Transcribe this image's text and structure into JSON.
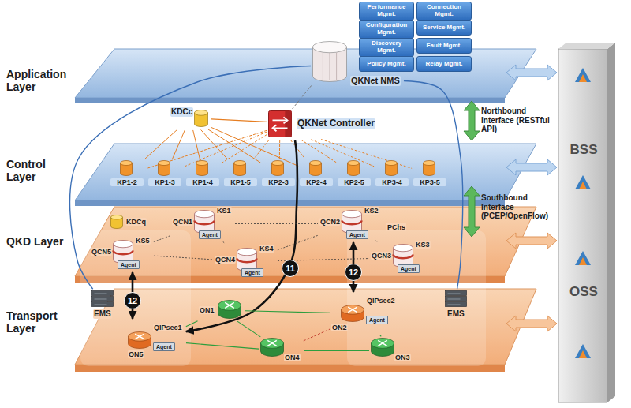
{
  "diagram": {
    "nodes": [
      {
        "text": [
          "Performance Mgmt."
        ]
      },
      {
        "text": [
          "Connection Mgmt."
        ]
      },
      {
        "text": [
          "Configuration Mgmt."
        ]
      },
      {
        "text": [
          "Service Mgmt."
        ]
      },
      {
        "text": [
          "Discovery Mgmt."
        ]
      },
      {
        "text": [
          "Fault Mgmt."
        ]
      },
      {
        "text": [
          "Policy Mgmt."
        ]
      },
      {
        "text": [
          "Relay Mgmt."
        ]
      },
      {
        "text": [
          "QKNet NMS"
        ]
      },
      {
        "text": [
          "QKNet Controller"
        ]
      },
      {
        "text": [
          "KDCc"
        ]
      },
      {
        "text": [
          "KP1-2"
        ]
      },
      {
        "text": [
          "KP1-3"
        ]
      },
      {
        "text": [
          "KP1-4"
        ]
      },
      {
        "text": [
          "KP1-5"
        ]
      },
      {
        "text": [
          "KP2-3"
        ]
      },
      {
        "text": [
          "KP2-4"
        ]
      },
      {
        "text": [
          "KP2-5"
        ]
      },
      {
        "text": [
          "KP3-4"
        ]
      },
      {
        "text": [
          "KP3-5"
        ]
      },
      {
        "text": [
          "KDCq"
        ]
      },
      {
        "text": [
          "QCN5",
          "KS5"
        ]
      },
      {
        "text": [
          "Agent"
        ],
        "in": 21
      },
      {
        "text": [
          "QCN1",
          "KS1"
        ]
      },
      {
        "text": [
          "Agent"
        ],
        "in": 23
      },
      {
        "text": [
          "QCN2",
          "KS2"
        ]
      },
      {
        "text": [
          "Agent"
        ],
        "in": 25
      },
      {
        "text": [
          "QCN4",
          "KS4"
        ]
      },
      {
        "text": [
          "Agent"
        ],
        "in": 27
      },
      {
        "text": [
          "QCN3",
          "KS3"
        ]
      },
      {
        "text": [
          "Agent"
        ],
        "in": 29
      },
      {
        "text": [
          "11"
        ]
      },
      {
        "text": [
          "12"
        ]
      },
      {
        "text": [
          "12"
        ]
      },
      {
        "text": [
          "EMS"
        ]
      },
      {
        "text": [
          "EMS"
        ]
      },
      {
        "text": [
          "ON1"
        ]
      },
      {
        "text": [
          "QIPsec2",
          "ON2"
        ]
      },
      {
        "text": [
          "Agent"
        ],
        "in": 37
      },
      {
        "text": [
          "QIPsec1",
          "ON5"
        ]
      },
      {
        "text": [
          "Agent"
        ],
        "in": 39
      },
      {
        "text": [
          "ON4"
        ]
      },
      {
        "text": [
          "ON3"
        ]
      },
      {
        "text": [
          "BSS",
          "OSS"
        ]
      }
    ],
    "edges": [
      {
        "from": 8,
        "to": 9,
        "arrow": "none"
      },
      {
        "from": 8,
        "to": 34,
        "arrow": "none"
      },
      {
        "from": 8,
        "to": 35,
        "arrow": "none"
      },
      {
        "from": 9,
        "to": 10,
        "arrow": "none"
      },
      {
        "from": 9,
        "to": 11,
        "arrow": "none"
      },
      {
        "from": 9,
        "to": 12,
        "arrow": "none"
      },
      {
        "from": 9,
        "to": 13,
        "arrow": "none"
      },
      {
        "from": 9,
        "to": 14,
        "arrow": "none"
      },
      {
        "from": 9,
        "to": 15,
        "arrow": "none"
      },
      {
        "from": 9,
        "to": 16,
        "arrow": "none"
      },
      {
        "from": 9,
        "to": 17,
        "arrow": "none"
      },
      {
        "from": 9,
        "to": 18,
        "arrow": "none"
      },
      {
        "from": 9,
        "to": 19,
        "arrow": "none"
      },
      {
        "from": 10,
        "to": 11,
        "arrow": "none"
      },
      {
        "from": 10,
        "to": 12,
        "arrow": "none"
      },
      {
        "from": 10,
        "to": 13,
        "arrow": "none"
      },
      {
        "from": 10,
        "to": 14,
        "arrow": "none"
      },
      {
        "from": 10,
        "to": 15,
        "arrow": "none"
      },
      {
        "from": 10,
        "to": 16,
        "arrow": "none"
      },
      {
        "from": 9,
        "to": 39,
        "arrow": "to"
      },
      {
        "from": 21,
        "to": 39,
        "arrow": "both"
      },
      {
        "from": 25,
        "to": 37,
        "arrow": "both"
      },
      {
        "from": 21,
        "to": 23,
        "arrow": "none"
      },
      {
        "from": 21,
        "to": 27,
        "arrow": "none"
      },
      {
        "from": 23,
        "to": 27,
        "arrow": "none"
      },
      {
        "from": 23,
        "to": 25,
        "arrow": "none"
      },
      {
        "from": 27,
        "to": 25,
        "arrow": "none"
      },
      {
        "from": 25,
        "to": 29,
        "arrow": "none"
      },
      {
        "from": 27,
        "to": 29,
        "arrow": "none"
      },
      {
        "from": 39,
        "to": 36,
        "arrow": "none"
      },
      {
        "from": 39,
        "to": 41,
        "arrow": "none"
      },
      {
        "from": 36,
        "to": 41,
        "arrow": "none"
      },
      {
        "from": 36,
        "to": 37,
        "arrow": "none"
      },
      {
        "from": 41,
        "to": 37,
        "arrow": "none"
      },
      {
        "from": 41,
        "to": 42,
        "arrow": "none"
      },
      {
        "from": 37,
        "to": 42,
        "arrow": "none"
      }
    ],
    "labels": [
      "Application Layer",
      "Control Layer",
      "QKD Layer",
      "Transport Layer",
      "Northbound Interface (RESTful API)",
      "Southbound Interface (PCEP/OpenFlow)",
      "PChs"
    ]
  }
}
